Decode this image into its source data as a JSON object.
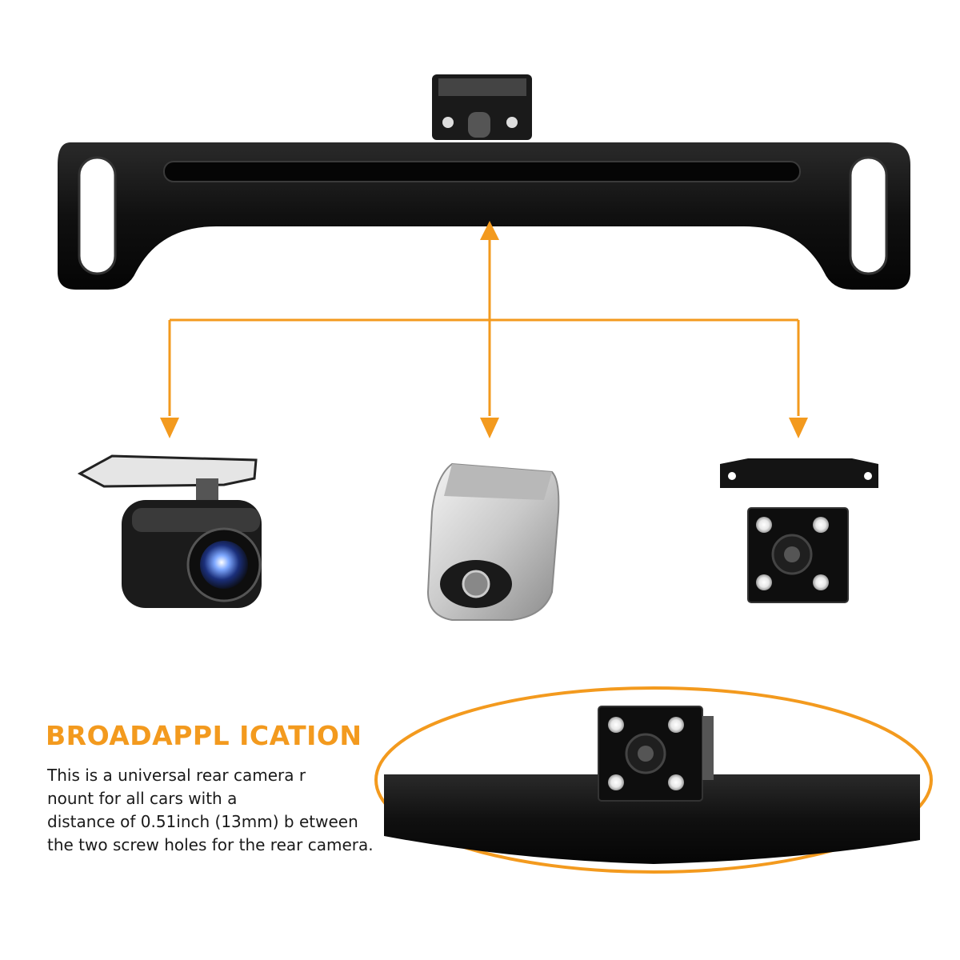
{
  "heading": "BROADAPPL ICATION",
  "description_lines": [
    "This is a universal rear camera r",
    "nount for all cars with a",
    "distance of 0.51inch (13mm) b etween",
    "the two screw holes for the rear camera."
  ],
  "colors": {
    "accent": "#f39a1e",
    "bracket": "#111111",
    "text": "#1a1a1a",
    "silver_camera": "#d9d9d9"
  },
  "icons": [
    "license-plate-bracket",
    "fisheye-camera",
    "silver-camera",
    "led-square-camera",
    "mounted-camera-closeup"
  ]
}
